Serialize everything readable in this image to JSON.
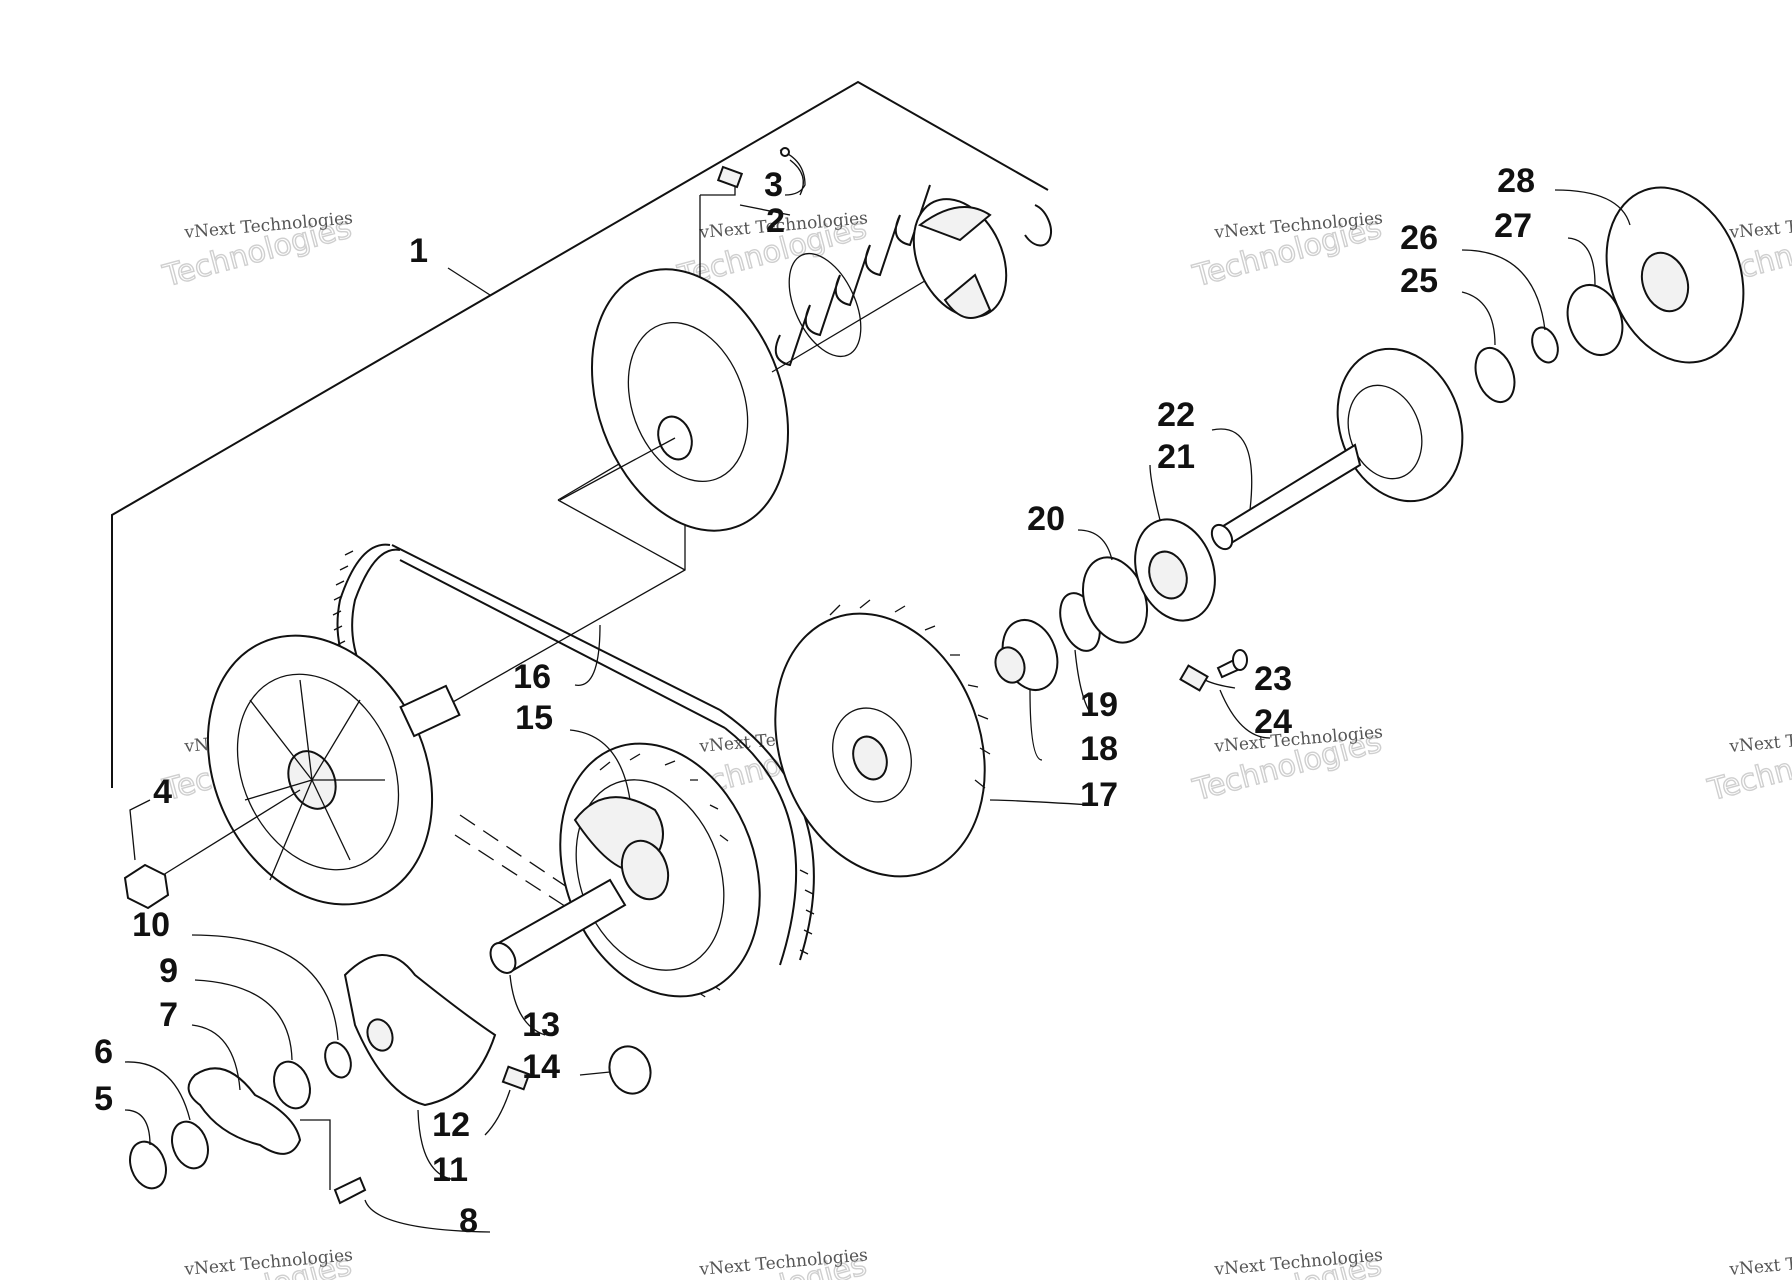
{
  "diagram": {
    "callouts": [
      "1",
      "2",
      "3",
      "4",
      "5",
      "6",
      "7",
      "8",
      "9",
      "10",
      "11",
      "12",
      "13",
      "14",
      "15",
      "16",
      "17",
      "18",
      "19",
      "20",
      "21",
      "22",
      "23",
      "24",
      "25",
      "26",
      "27",
      "28"
    ],
    "watermark": {
      "line1": "vNext Technologies",
      "line2": "Technologies"
    }
  }
}
